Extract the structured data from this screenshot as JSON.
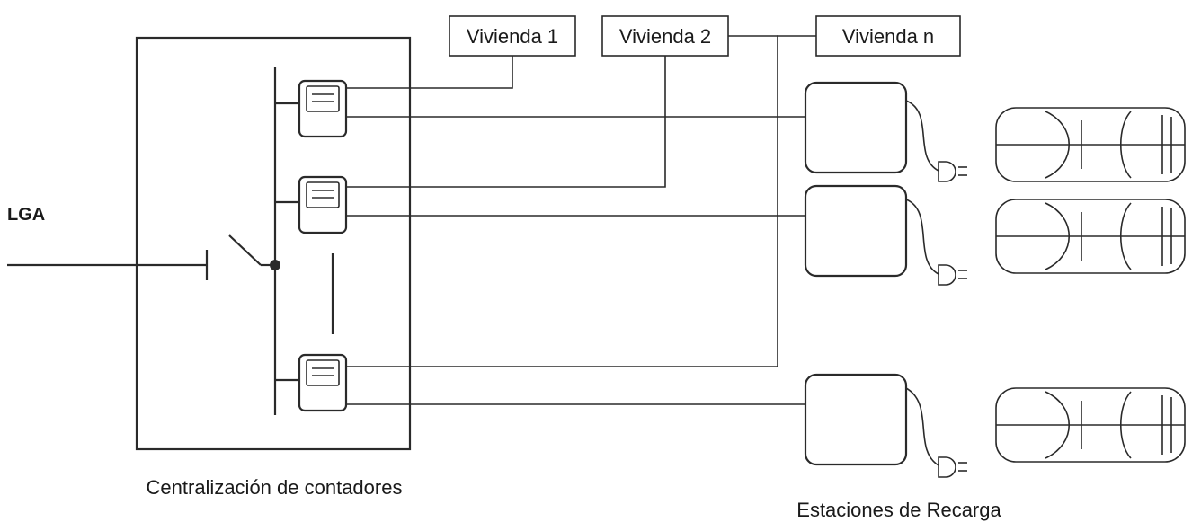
{
  "labels": {
    "lga": "LGA",
    "vivienda_1": "Vivienda 1",
    "vivienda_2": "Vivienda 2",
    "vivienda_n": "Vivienda n",
    "centralizacion": "Centralización de contadores",
    "estaciones": "Estaciones de Recarga"
  },
  "colors": {
    "line": "#2a2a2a",
    "background": "#ffffff"
  }
}
